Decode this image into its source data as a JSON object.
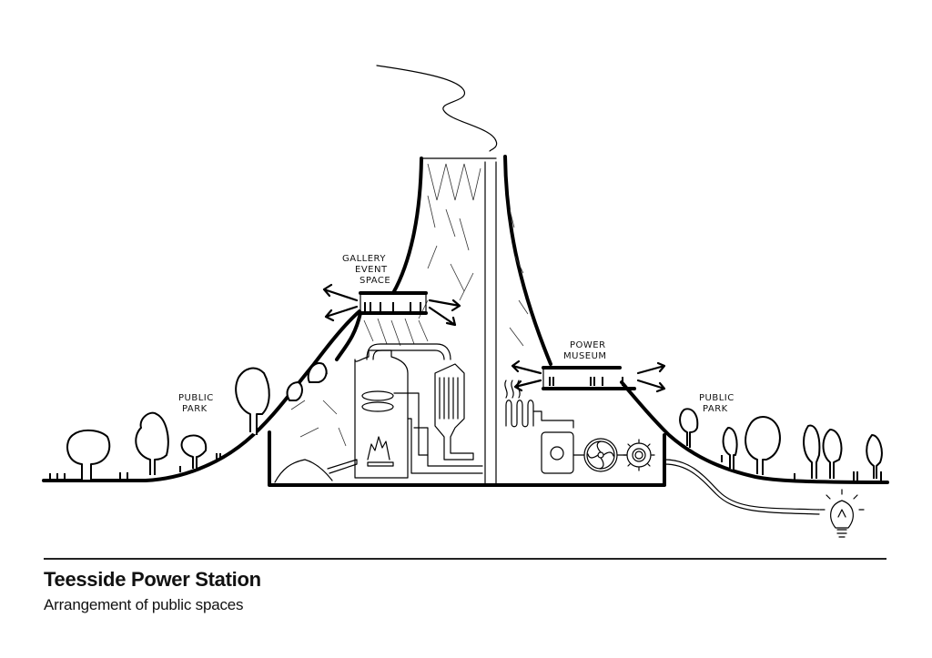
{
  "labels": {
    "gallery": [
      "GALLERY",
      "EVENT",
      "SPACE"
    ],
    "museum": [
      "POWER",
      "MUSEUM"
    ],
    "park_left": [
      "PUBLIC",
      "PARK"
    ],
    "park_right": [
      "PUBLIC",
      "PARK"
    ]
  },
  "caption": {
    "title": "Teesside Power Station",
    "subtitle": "Arrangement of public spaces"
  },
  "colors": {
    "ink": "#000000",
    "background": "#ffffff"
  }
}
